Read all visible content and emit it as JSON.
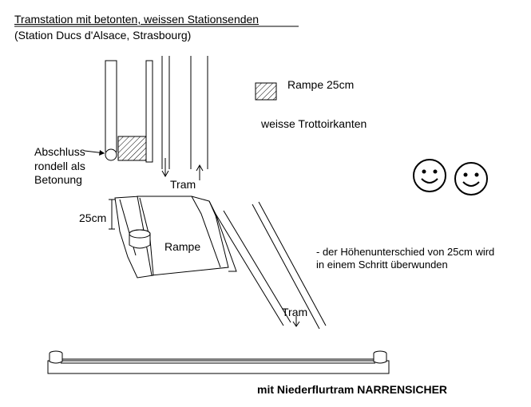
{
  "title_line1": "Tramstation mit betonten, weissen Stationsenden",
  "title_line2": "(Station Ducs d'Alsace, Strasbourg)",
  "legend": {
    "ramp_label": "Rampe 25cm",
    "curbs_label": "weisse Trottoirkanten"
  },
  "plan": {
    "bollard_label_1": "Abschluss",
    "bollard_label_2": "rondell als",
    "bollard_label_3": "Betonung",
    "tram_label": "Tram"
  },
  "perspective": {
    "height_label": "25cm",
    "ramp_label": "Rampe",
    "tram_label": "Tram"
  },
  "note_line1": "- der Höhenunterschied von 25cm wird",
  "note_line2": "in einem Schritt überwunden",
  "caption": "mit Niederflurtram NARRENSICHER",
  "icons": [
    "smiley-icon",
    "smiley-icon"
  ]
}
